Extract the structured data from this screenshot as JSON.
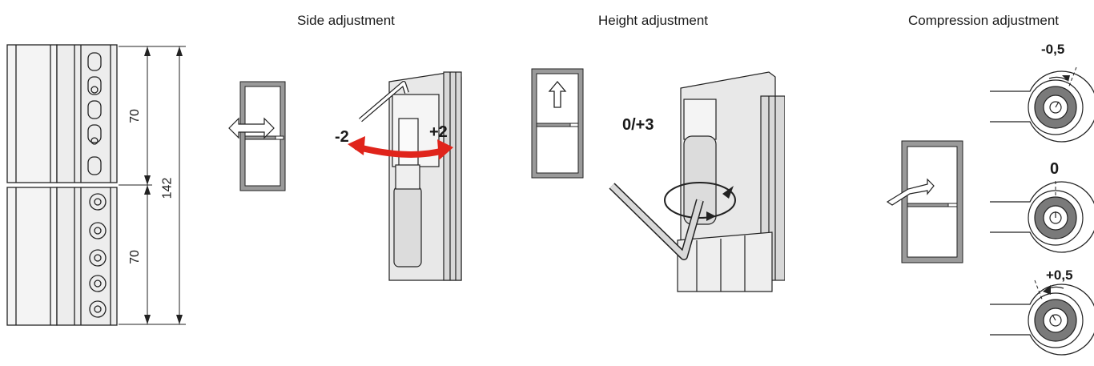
{
  "titles": {
    "side": "Side adjustment",
    "height": "Height adjustment",
    "compression": "Compression adjustment"
  },
  "dimensions": {
    "upper": "70",
    "lower": "70",
    "total": "142"
  },
  "side_adjustment": {
    "minus": "-2",
    "plus": "+2"
  },
  "height_adjustment": {
    "range": "0/+3"
  },
  "compression_adjustment": {
    "minus": "-0,5",
    "zero": "0",
    "plus": "+0,5"
  },
  "colors": {
    "line": "#222222",
    "red_arrow": "#e0241b",
    "metal": "#dcdcdc",
    "frame_gray": "#9a9a9a",
    "hatch": "#7a7a7a"
  }
}
